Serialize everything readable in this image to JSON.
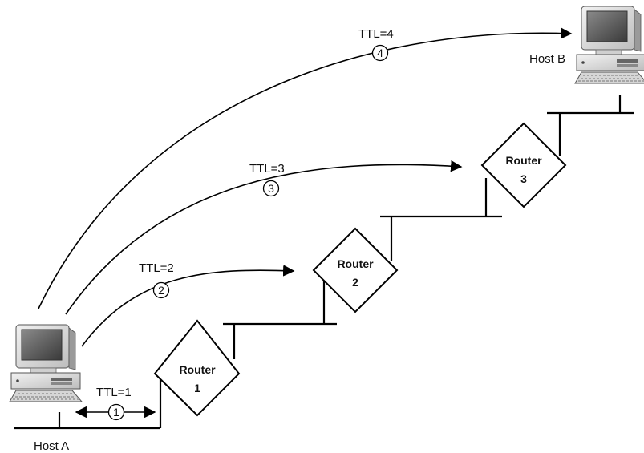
{
  "hosts": {
    "a": {
      "label": "Host A",
      "icon": "desktop-computer-icon"
    },
    "b": {
      "label": "Host B",
      "icon": "desktop-computer-icon"
    }
  },
  "routers": [
    {
      "name": "Router",
      "number": "1"
    },
    {
      "name": "Router",
      "number": "2"
    },
    {
      "name": "Router",
      "number": "3"
    }
  ],
  "hops": [
    {
      "ttl": "TTL=1",
      "step": "1"
    },
    {
      "ttl": "TTL=2",
      "step": "2"
    },
    {
      "ttl": "TTL=3",
      "step": "3"
    },
    {
      "ttl": "TTL=4",
      "step": "4"
    }
  ]
}
